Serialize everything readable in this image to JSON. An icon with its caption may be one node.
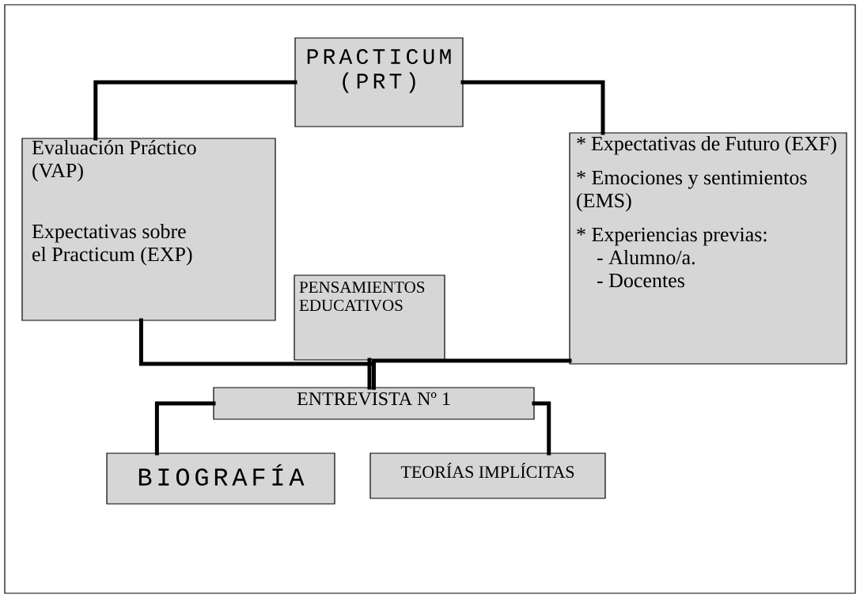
{
  "diagram": {
    "nodes": [
      {
        "text": [
          "PRACTICUM (PRT)"
        ]
      },
      {
        "text": [
          "Evaluación Práctico (VAP)",
          "Expectativas sobre el Practicum (EXP)"
        ]
      },
      {
        "text": [
          "* Expectativas de Futuro (EXF)",
          "* Emociones y sentimientos (EMS)",
          "* Experiencias previas:",
          "- Alumno/a.",
          "- Docentes"
        ]
      },
      {
        "text": [
          "PENSAMIENTOS EDUCATIVOS"
        ]
      },
      {
        "text": [
          "ENTREVISTA Nº 1"
        ]
      },
      {
        "text": [
          "BIOGRAFÍA"
        ]
      },
      {
        "text": [
          "TEORÍAS IMPLÍCITAS"
        ]
      }
    ],
    "edges": [
      {
        "from": 0,
        "to": 1,
        "arrow": "none"
      },
      {
        "from": 0,
        "to": 2,
        "arrow": "none"
      },
      {
        "from": 1,
        "to": 4,
        "arrow": "none"
      },
      {
        "from": 2,
        "to": 4,
        "arrow": "none"
      },
      {
        "from": 3,
        "to": 4,
        "arrow": "none"
      },
      {
        "from": 4,
        "to": 5,
        "arrow": "none"
      },
      {
        "from": 4,
        "to": 6,
        "arrow": "none"
      }
    ]
  }
}
